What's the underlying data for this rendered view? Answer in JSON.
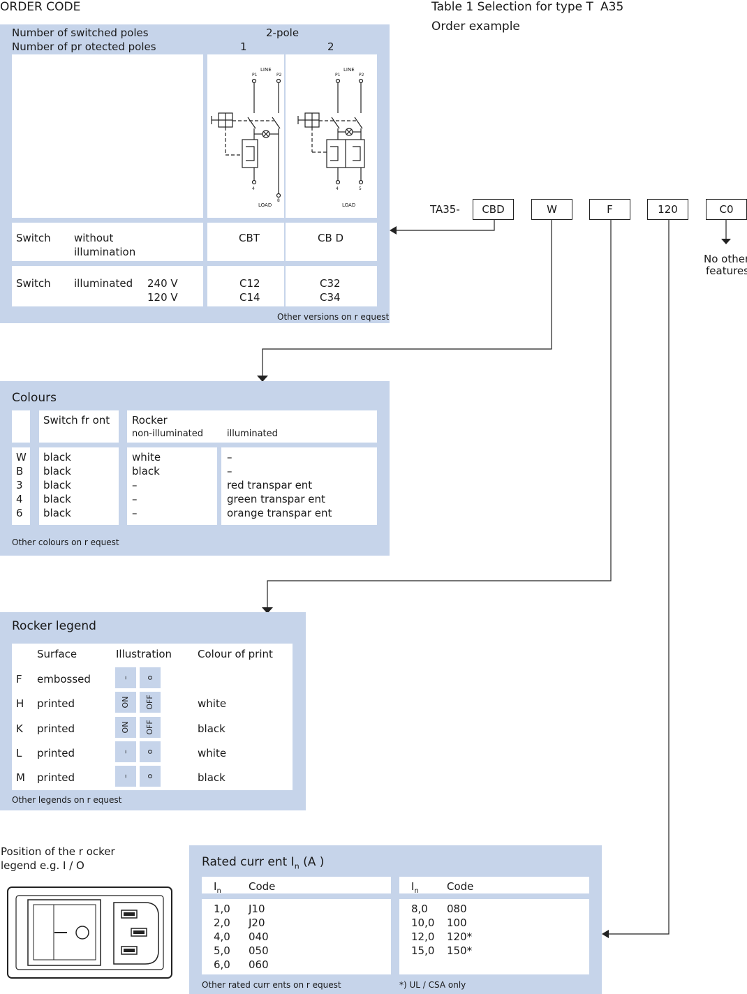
{
  "header": {
    "title": "ORDER CODE",
    "table_title": "Table 1 Selection for type T",
    "type_code": "A35",
    "order_example": "Order example"
  },
  "order_code": {
    "prefix": "TA35-",
    "boxes": [
      "CBD",
      "W",
      "F",
      "120",
      "C0"
    ],
    "no_other_features": [
      "No other",
      "features"
    ]
  },
  "poles_table": {
    "switched_label": "Number of switched poles",
    "switched_value": "2-pole",
    "protected_label": "Number of pr otected poles",
    "protected_values": [
      "1",
      "2"
    ],
    "diagram_labels": {
      "line": "LINE",
      "load": "LOAD",
      "p1": "P1",
      "p2": "P2",
      "t4": "4",
      "t8": "8",
      "t5": "5"
    },
    "row_without": {
      "switch": "Switch",
      "desc1": "without",
      "desc2": "illumination",
      "codes": [
        "CBT",
        "CB D"
      ]
    },
    "row_illum": {
      "switch": "Switch",
      "desc": "illuminated",
      "voltages": [
        "240  V",
        "120  V"
      ],
      "codes_1": [
        "C12",
        "C14"
      ],
      "codes_2": [
        "C32",
        "C34"
      ]
    },
    "footer": "Other versions on r   equest"
  },
  "colours": {
    "title": "Colours",
    "col_front": "Switch fr   ont",
    "col_rocker": "Rocker",
    "col_non_illum": "non-illuminated",
    "col_illum": "illuminated",
    "rows": [
      {
        "code": "W",
        "front": "black",
        "non_illum": "white",
        "illum": "–"
      },
      {
        "code": "B",
        "front": "black",
        "non_illum": "black",
        "illum": "–"
      },
      {
        "code": "3",
        "front": "black",
        "non_illum": "–",
        "illum": "red transpar  ent"
      },
      {
        "code": "4",
        "front": "black",
        "non_illum": "–",
        "illum": "green transpar  ent"
      },
      {
        "code": "6",
        "front": "black",
        "non_illum": "–",
        "illum": "orange transpar  ent"
      }
    ],
    "footer": "Other colours on r   equest"
  },
  "rocker_legend": {
    "title": "Rocker legend",
    "col_surface": "Surface",
    "col_illustration": "Illustration",
    "col_print": "Colour of print",
    "rows": [
      {
        "code": "F",
        "surface": "embossed",
        "on": "–",
        "off": "o",
        "print": ""
      },
      {
        "code": "H",
        "surface": "printed",
        "on": "ON",
        "off": "OFF",
        "print": "white"
      },
      {
        "code": "K",
        "surface": "printed",
        "on": "ON",
        "off": "OFF",
        "print": "black"
      },
      {
        "code": "L",
        "surface": "printed",
        "on": "–",
        "off": "o",
        "print": "white"
      },
      {
        "code": "M",
        "surface": "printed",
        "on": "–",
        "off": "o",
        "print": "black"
      }
    ],
    "footer": "Other legends on r   equest"
  },
  "position": {
    "line1": "Position of the r ocker",
    "line2": "legend e.g. I /   O"
  },
  "rated_current": {
    "title_a": "Rated curr     ent  I",
    "title_sub": "n",
    "title_b": " (A )",
    "col_in": "I",
    "col_in_sub": "n",
    "col_code": "Code",
    "left_rows": [
      {
        "in": "1,0",
        "code": "J10"
      },
      {
        "in": "2,0",
        "code": "J20"
      },
      {
        "in": "4,0",
        "code": "040"
      },
      {
        "in": "5,0",
        "code": "050"
      },
      {
        "in": "6,0",
        "code": "060"
      }
    ],
    "right_rows": [
      {
        "in": "8,0",
        "code": "080"
      },
      {
        "in": "10,0",
        "code": "100"
      },
      {
        "in": "12,0",
        "code": "120*"
      },
      {
        "in": "15,0",
        "code": "150*"
      }
    ],
    "footer_left": "Other rated curr  ents on r equest",
    "footer_right": "*) UL / CSA only"
  }
}
